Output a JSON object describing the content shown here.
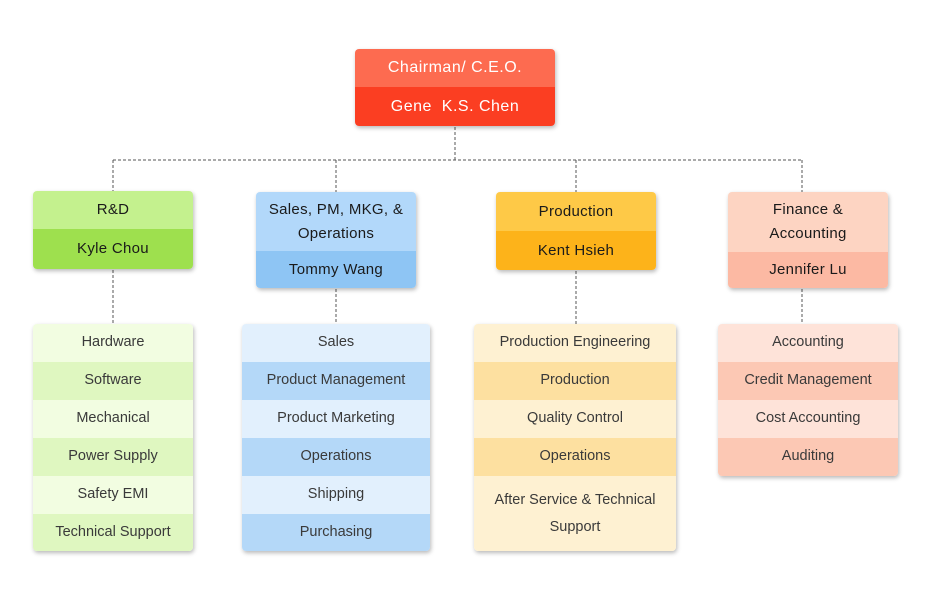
{
  "ceo": {
    "title": "Chairman/ C.E.O.",
    "name": "Gene  K.S. Chen",
    "colors": {
      "top": "#fd6b50",
      "bottom": "#fb3e22"
    }
  },
  "departments": [
    {
      "key": "rd",
      "title": "R&D",
      "head": "Kyle Chou",
      "colors": {
        "title_bg": "#c4f18e",
        "head_bg": "#9ee04e",
        "row_a": "#f2fde1",
        "row_b": "#dff7c0"
      },
      "items": [
        "Hardware",
        "Software",
        "Mechanical",
        "Power Supply",
        "Safety EMI",
        "Technical Support"
      ]
    },
    {
      "key": "sales",
      "title": "Sales, PM, MKG, & Operations",
      "head": "Tommy Wang",
      "colors": {
        "title_bg": "#b2d8fa",
        "head_bg": "#8ec5f4",
        "row_a": "#e2f0fd",
        "row_b": "#b4d8f8"
      },
      "items": [
        "Sales",
        "Product Management",
        "Product Marketing",
        "Operations",
        "Shipping",
        "Purchasing"
      ]
    },
    {
      "key": "production",
      "title": "Production",
      "head": "Kent Hsieh",
      "colors": {
        "title_bg": "#fec947",
        "head_bg": "#fdb31a",
        "row_a": "#fef1d2",
        "row_b": "#fde0a0"
      },
      "items": [
        "Production Engineering",
        "Production",
        "Quality Control",
        "Operations",
        "After Service & Technical Support"
      ]
    },
    {
      "key": "finance",
      "title": "Finance & Accounting",
      "head": "Jennifer Lu",
      "colors": {
        "title_bg": "#fdd4c2",
        "head_bg": "#fcb9a3",
        "row_a": "#fee3d9",
        "row_b": "#fcc8b4"
      },
      "items": [
        "Accounting",
        "Credit Management",
        "Cost Accounting",
        "Auditing"
      ]
    }
  ],
  "connector_color": "#555555"
}
